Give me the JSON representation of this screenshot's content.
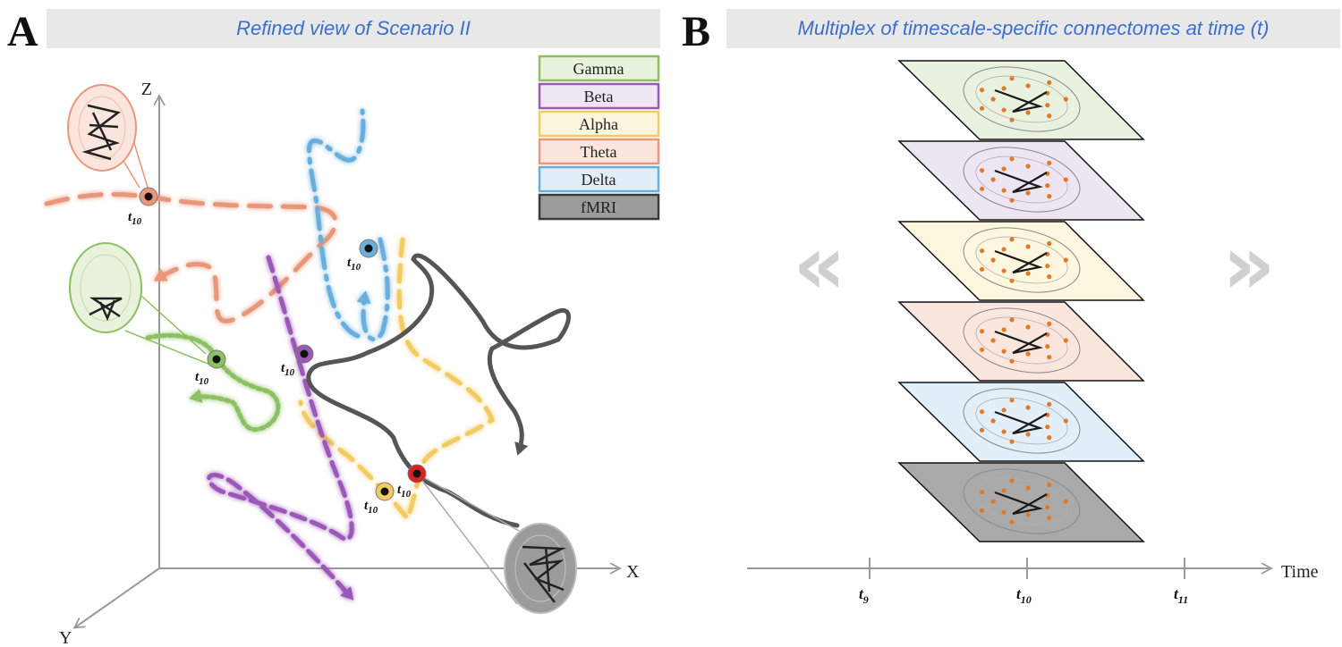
{
  "panel_a": {
    "letter": "A",
    "title": "Refined view of Scenario II",
    "axes": {
      "x": "X",
      "y": "Y",
      "z": "Z"
    },
    "legend": [
      {
        "label": "Gamma",
        "fill": "#e8f2dc",
        "stroke": "#8cc063"
      },
      {
        "label": "Beta",
        "fill": "#efe6f3",
        "stroke": "#9b59b6"
      },
      {
        "label": "Alpha",
        "fill": "#fdf6df",
        "stroke": "#f2cc63"
      },
      {
        "label": "Theta",
        "fill": "#fbe5dc",
        "stroke": "#e8977a"
      },
      {
        "label": "Delta",
        "fill": "#e1eef8",
        "stroke": "#6aaedc"
      },
      {
        "label": "fMRI",
        "fill": "#9b9b9b",
        "stroke": "#3a3a3a"
      }
    ],
    "time_marker": "t",
    "time_marker_sub": "10"
  },
  "panel_b": {
    "letter": "B",
    "title": "Multiplex of timescale-specific connectomes at time (t)",
    "layers": [
      {
        "band": "Gamma",
        "color": "#e7f1dc"
      },
      {
        "band": "Beta",
        "color": "#ede3f1"
      },
      {
        "band": "Alpha",
        "color": "#fdf6dd"
      },
      {
        "band": "Theta",
        "color": "#fbe4db"
      },
      {
        "band": "Delta",
        "color": "#e0edf7"
      },
      {
        "band": "fMRI",
        "color": "#a3a3a3"
      }
    ],
    "time_axis_label": "Time",
    "ticks": [
      {
        "t": "t",
        "sub": "9"
      },
      {
        "t": "t",
        "sub": "10"
      },
      {
        "t": "t",
        "sub": "11"
      }
    ],
    "left_arrow": "«",
    "right_arrow": "»"
  }
}
